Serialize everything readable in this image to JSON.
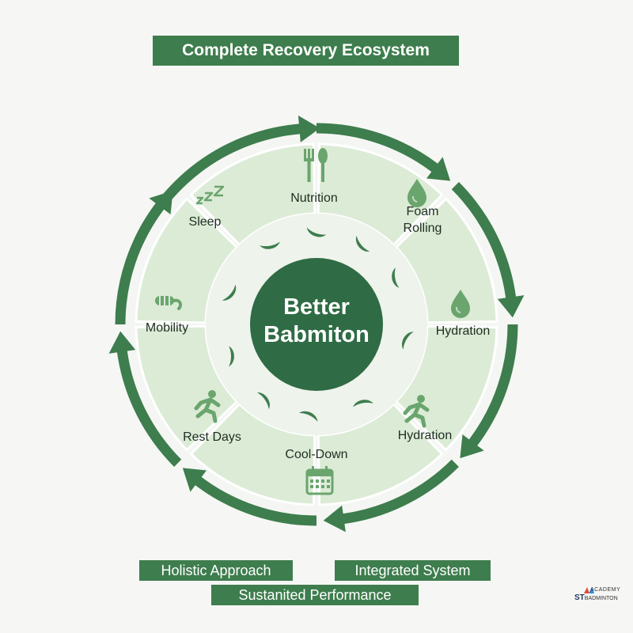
{
  "title": "Complete Recovery Ecosystem",
  "center_label": [
    "Better",
    "Babmiton"
  ],
  "segments": [
    {
      "label": [
        "Nutrition"
      ],
      "icon": "fork-spoon-icon"
    },
    {
      "label": [
        "Foam",
        "Rolling"
      ],
      "icon": "water-drop-icon"
    },
    {
      "label": [
        "Hydration"
      ],
      "icon": "water-drop-icon"
    },
    {
      "label": [
        "Hydration"
      ],
      "icon": "running-person-icon"
    },
    {
      "label": [
        "Cool-Down"
      ],
      "icon": "calendar-icon"
    },
    {
      "label": [
        "Rest Days"
      ],
      "icon": "running-person-icon"
    },
    {
      "label": [
        "Mobility"
      ],
      "icon": "foam-roller-icon"
    },
    {
      "label": [
        "Sleep"
      ],
      "icon": "zzz-icon"
    }
  ],
  "bottom_tags": {
    "holistic": "Holistic Approach",
    "integrated": "Integrated System",
    "sustained": "Sustanited Performance"
  },
  "logo": {
    "line1": "ACADEMY",
    "line2a": "ST",
    "line2b": "BADMINTON"
  },
  "colors": {
    "dark_green": "#3e7d4d",
    "center": "#2f6b44",
    "segment_fill": "#dcebd6",
    "inner_ring": "#eef3ec",
    "icon": "#6aa56e",
    "text": "#1e2e22"
  }
}
